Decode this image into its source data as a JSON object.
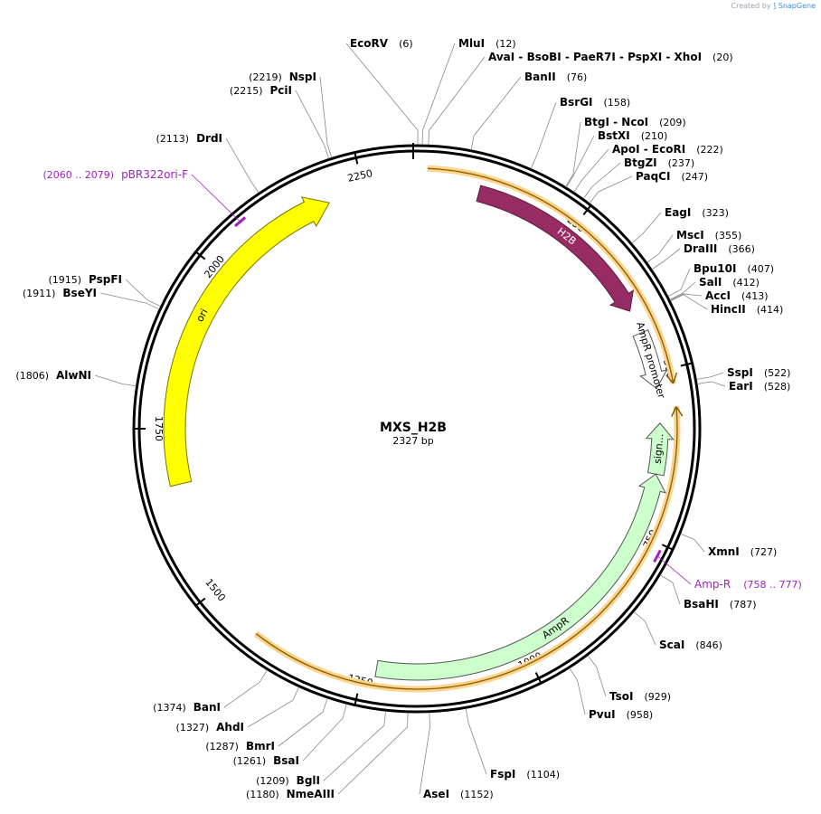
{
  "credit": {
    "prefix": "Created by",
    "brand": "SnapGene"
  },
  "plasmid": {
    "name": "MXS_H2B",
    "length_label": "2327 bp",
    "length": 2327
  },
  "ticks": [
    250,
    500,
    750,
    1000,
    1250,
    1500,
    1750,
    2000,
    2250
  ],
  "features": [
    {
      "name": "H2B",
      "start": 100,
      "end": 400,
      "color": "#972c64",
      "stroke": "#5c1a3c",
      "text": "#ffffff",
      "direction": 1,
      "track": "outer"
    },
    {
      "name": "AmpR promoter",
      "start": 437,
      "end": 525,
      "color": "#ffffff",
      "stroke": "#555555",
      "text": "#000000",
      "direction": 1,
      "track": "outer"
    },
    {
      "name": "sign…",
      "start": 578,
      "end": 656,
      "color": "#ccffcc",
      "stroke": "#555555",
      "text": "#000000",
      "direction": -1,
      "track": "outer"
    },
    {
      "name": "AmpR",
      "start": 656,
      "end": 1230,
      "color": "#ccffcc",
      "stroke": "#555555",
      "text": "#000000",
      "direction": -1,
      "track": "outer"
    },
    {
      "name": "ori",
      "start": 1665,
      "end": 2195,
      "color": "#ffff00",
      "stroke": "#777700",
      "text": "#000000",
      "direction": 1,
      "track": "inner"
    }
  ],
  "orfs": [
    {
      "start": 20,
      "end": 522,
      "direction": 1
    },
    {
      "start": 555,
      "end": 1415,
      "direction": -1
    }
  ],
  "enzymes": [
    {
      "name": "EcoRV",
      "pos": "(6)",
      "site": 6
    },
    {
      "name": "MluI",
      "pos": "(12)",
      "site": 12
    },
    {
      "name": "AvaI  - BsoBI  - PaeR7I  - PspXI  - XhoI",
      "pos": "(20)",
      "site": 20
    },
    {
      "name": "BanII",
      "pos": "(76)",
      "site": 76
    },
    {
      "name": "BsrGI",
      "pos": "(158)",
      "site": 158
    },
    {
      "name": "BtgI  - NcoI",
      "pos": "(209)",
      "site": 209
    },
    {
      "name": "BstXI",
      "pos": "(210)",
      "site": 210
    },
    {
      "name": "ApoI  - EcoRI",
      "pos": "(222)",
      "site": 222
    },
    {
      "name": "BtgZI",
      "pos": "(237)",
      "site": 237
    },
    {
      "name": "PaqCI",
      "pos": "(247)",
      "site": 247
    },
    {
      "name": "EagI",
      "pos": "(323)",
      "site": 323
    },
    {
      "name": "MscI",
      "pos": "(355)",
      "site": 355
    },
    {
      "name": "DraIII",
      "pos": "(366)",
      "site": 366
    },
    {
      "name": "Bpu10I",
      "pos": "(407)",
      "site": 407
    },
    {
      "name": "SalI",
      "pos": "(412)",
      "site": 412
    },
    {
      "name": "AccI",
      "pos": "(413)",
      "site": 413
    },
    {
      "name": "HincII",
      "pos": "(414)",
      "site": 414
    },
    {
      "name": "SspI",
      "pos": "(522)",
      "site": 522
    },
    {
      "name": "EarI",
      "pos": "(528)",
      "site": 528
    },
    {
      "name": "XmnI",
      "pos": "(727)",
      "site": 727
    },
    {
      "name": "BsaHI",
      "pos": "(787)",
      "site": 787
    },
    {
      "name": "ScaI",
      "pos": "(846)",
      "site": 846
    },
    {
      "name": "TsoI",
      "pos": "(929)",
      "site": 929
    },
    {
      "name": "PvuI",
      "pos": "(958)",
      "site": 958
    },
    {
      "name": "FspI",
      "pos": "(1104)",
      "site": 1104
    },
    {
      "name": "AseI",
      "pos": "(1152)",
      "site": 1152
    },
    {
      "name": "NmeAIII",
      "pos": "(1180)",
      "site": 1180
    },
    {
      "name": "BglI",
      "pos": "(1209)",
      "site": 1209
    },
    {
      "name": "BsaI",
      "pos": "(1261)",
      "site": 1261
    },
    {
      "name": "BmrI",
      "pos": "(1287)",
      "site": 1287
    },
    {
      "name": "AhdI",
      "pos": "(1327)",
      "site": 1327
    },
    {
      "name": "BanI",
      "pos": "(1374)",
      "site": 1374
    },
    {
      "name": "AlwNI",
      "pos": "(1806)",
      "site": 1806
    },
    {
      "name": "BseYI",
      "pos": "(1911)",
      "site": 1911
    },
    {
      "name": "PspFI",
      "pos": "(1915)",
      "site": 1915
    },
    {
      "name": "DrdI",
      "pos": "(2113)",
      "site": 2113
    },
    {
      "name": "PciI",
      "pos": "(2215)",
      "site": 2215
    },
    {
      "name": "NspI",
      "pos": "(2219)",
      "site": 2219
    }
  ],
  "primers": [
    {
      "name": "Amp-R",
      "pos": "(758 .. 777)",
      "site": 767
    },
    {
      "name": "pBR322ori-F",
      "pos": "(2060 .. 2079)",
      "site": 2070
    }
  ],
  "colors": {
    "backbone": "#000000",
    "orf": "#f5a623",
    "primer": "#a020c0",
    "leader": "#777777"
  }
}
